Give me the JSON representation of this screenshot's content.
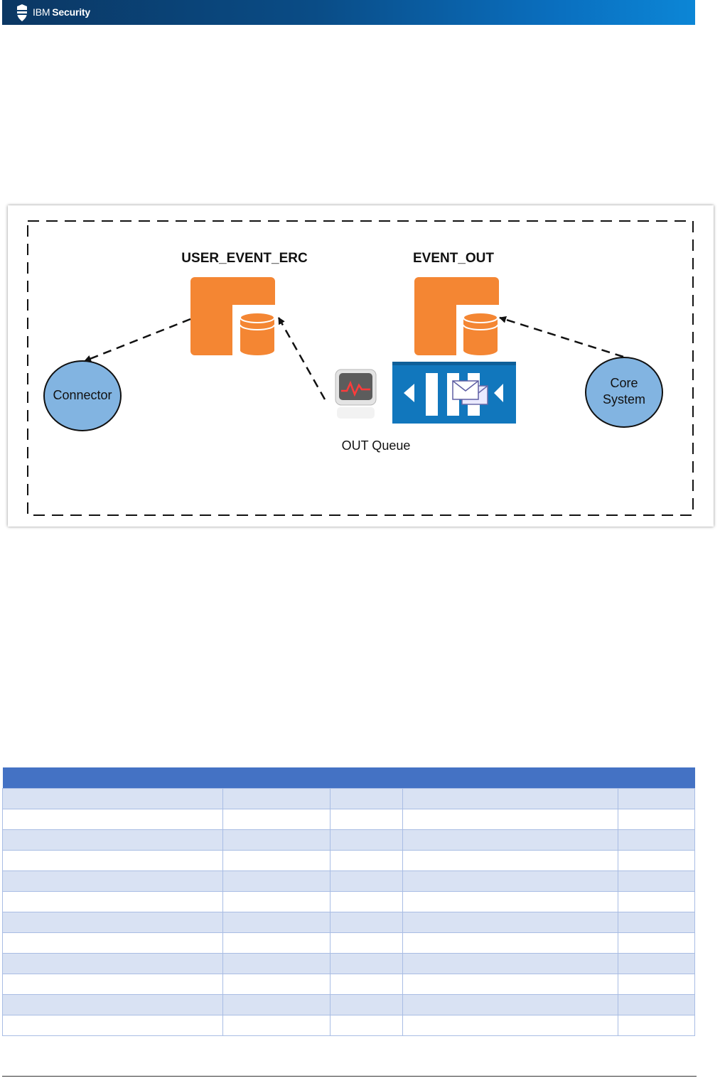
{
  "header": {
    "brand_light": "IBM",
    "brand_bold": "Security",
    "logo_icon": "ibm-security-shield-icon",
    "colors": {
      "dark": "#0b3763",
      "light": "#0c86d6"
    }
  },
  "diagram": {
    "nodes": {
      "user_event_erc": {
        "label": "USER_EVENT_ERC",
        "icon": "database-table-icon"
      },
      "event_out": {
        "label": "EVENT_OUT",
        "icon": "database-table-icon"
      },
      "connector": {
        "label": "Connector",
        "icon": "circle-node"
      },
      "core_system": {
        "label_line1": "Core",
        "label_line2": "System",
        "icon": "circle-node"
      },
      "out_queue": {
        "label": "OUT Queue",
        "icons": [
          "monitor-graph-icon",
          "message-queue-icon"
        ]
      }
    },
    "edges": [
      {
        "from": "user_event_erc",
        "to": "connector",
        "style": "dashed"
      },
      {
        "from": "out_queue",
        "to": "user_event_erc",
        "style": "dashed"
      },
      {
        "from": "core_system",
        "to": "event_out",
        "style": "dashed"
      }
    ],
    "colors": {
      "table_orange": "#f48633",
      "node_blue": "#82b4e1",
      "queue_blue": "#1177bd"
    }
  },
  "table": {
    "header_color": "#4472c4",
    "stripe_color": "#d9e2f3",
    "columns": 5,
    "rows": 12
  }
}
